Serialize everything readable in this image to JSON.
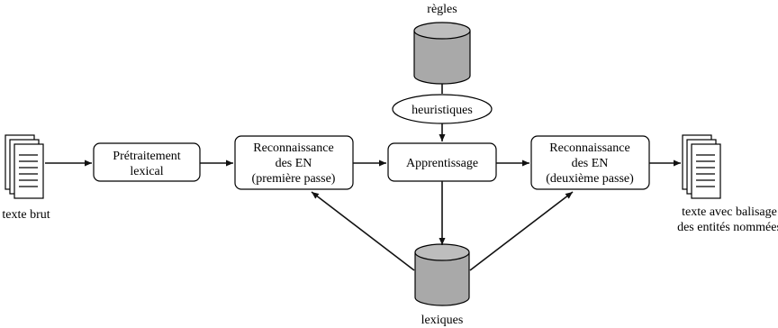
{
  "nodes": {
    "raw_text": "texte brut",
    "preprocessing": [
      "Prétraitement",
      "lexical"
    ],
    "ner_first": [
      "Reconnaissance",
      "des EN",
      "(première passe)"
    ],
    "learning": "Apprentissage",
    "ner_second": [
      "Reconnaissance",
      "des EN",
      "(deuxième passe)"
    ],
    "output_text": [
      "texte avec balisage",
      "des entités nommées"
    ],
    "rules": "règles",
    "heuristics": "heuristiques",
    "lexicons": "lexiques"
  },
  "colors": {
    "cylinder": "#a9a9a9",
    "stroke": "#000000"
  }
}
